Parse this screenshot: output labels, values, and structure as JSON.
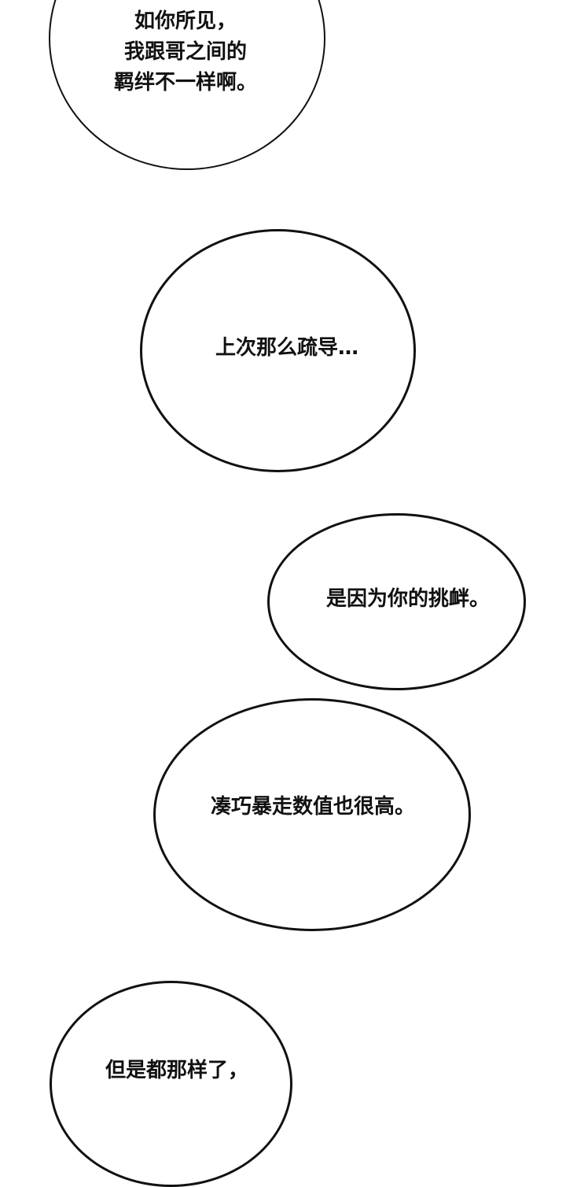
{
  "page": {
    "background_color": "#ffffff",
    "stroke_color": "#111111",
    "text_color": "#111111"
  },
  "bubbles": [
    {
      "id": "bubble-1",
      "lines": [
        "如你所见，",
        "我跟哥之间的",
        "羁绊不一样啊。"
      ]
    },
    {
      "id": "bubble-2",
      "text": "上次那么疏导…"
    },
    {
      "id": "bubble-3",
      "text": "是因为你的挑衅。"
    },
    {
      "id": "bubble-4",
      "text": "凑巧暴走数值也很高。"
    },
    {
      "id": "bubble-5",
      "text": "但是都那样了，"
    }
  ]
}
